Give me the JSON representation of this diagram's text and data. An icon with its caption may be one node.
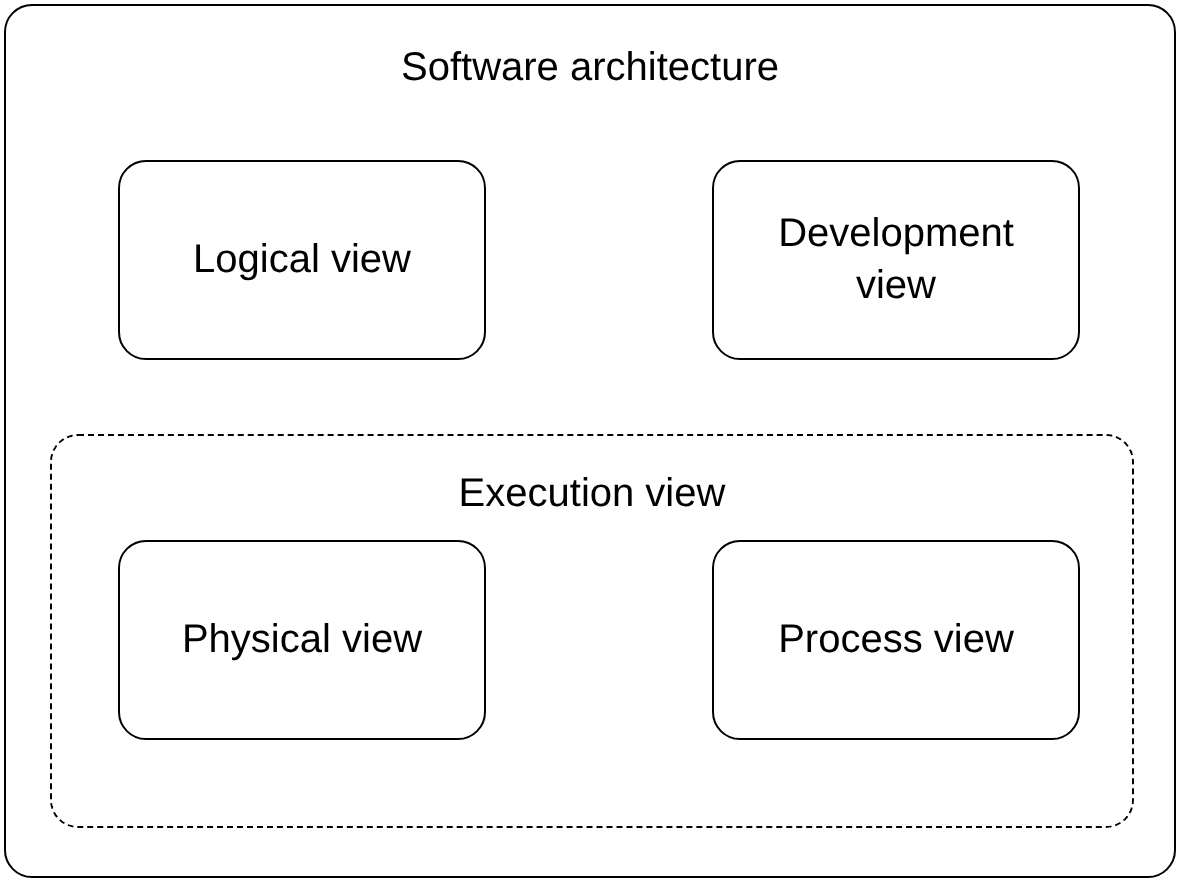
{
  "diagram": {
    "nodes": [
      {
        "text": [
          "Software architecture"
        ]
      },
      {
        "text": [
          "Logical view"
        ],
        "in": 0
      },
      {
        "text": [
          "Development view"
        ],
        "in": 0
      },
      {
        "text": [
          "Execution view"
        ],
        "in": 0
      },
      {
        "text": [
          "Physical view"
        ],
        "in": 3
      },
      {
        "text": [
          "Process view"
        ],
        "in": 3
      }
    ]
  }
}
